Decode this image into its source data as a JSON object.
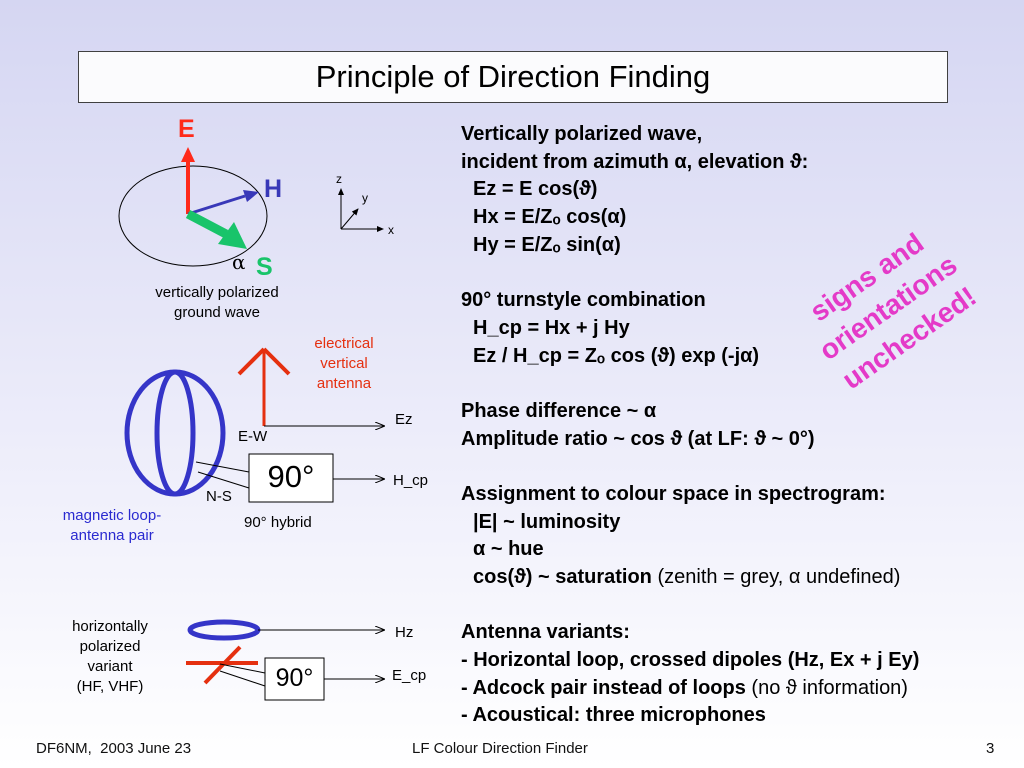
{
  "title": "Principle of Direction Finding",
  "wave_diagram": {
    "e_label": "E",
    "h_label": "H",
    "s_label": "S",
    "alpha_label": "α",
    "caption_line1": "vertically polarized",
    "caption_line2": "ground wave",
    "axis_z": "z",
    "axis_y": "y",
    "axis_x": "x",
    "colors": {
      "e": "#ff2a1a",
      "h": "#3838b8",
      "s": "#19c46a"
    }
  },
  "antenna_diagram": {
    "electrical_line1": "electrical",
    "electrical_line2": "vertical",
    "electrical_line3": "antenna",
    "ez_label": "Ez",
    "ew_label": "E-W",
    "ns_label": "N-S",
    "hybrid_value": "90°",
    "hybrid_caption": "90° hybrid",
    "hcp_label": "H_cp",
    "loop_line1": "magnetic loop-",
    "loop_line2": "antenna pair",
    "colors": {
      "electrical": "#e53010",
      "loop": "#3535c8",
      "loop_label": "#2a2ad0"
    }
  },
  "variant_diagram": {
    "line1": "horizontally",
    "line2": "polarized",
    "line3": "variant",
    "line4": "(HF, VHF)",
    "hz_label": "Hz",
    "ecp_label": "E_cp",
    "hybrid_value": "90°"
  },
  "text": {
    "l1": "Vertically polarized wave,",
    "l2": "incident from azimuth α, elevation ϑ:",
    "l3": "Ez = E cos(ϑ)",
    "l4": "Hx = E/Zₒ cos(α)",
    "l5": "Hy = E/Zₒ sin(α)",
    "l6": "90° turnstyle combination",
    "l7": "H_cp = Hx + j Hy",
    "l8": "Ez / H_cp = Zₒ cos (ϑ) exp (-jα)",
    "l9": "Phase difference ~ α",
    "l10": "Amplitude ratio ~ cos ϑ (at LF: ϑ ~ 0°)",
    "l11": "Assignment to colour space in spectrogram:",
    "l12": "|E| ~ luminosity",
    "l13": "α ~ hue",
    "l14a": "cos(ϑ) ~ saturation",
    "l14b": " (zenith = grey, α undefined)",
    "l15": "Antenna variants:",
    "l16": "- Horizontal loop, crossed dipoles (Hz, Ex + j Ey)",
    "l17a": "- Adcock pair instead of loops",
    "l17b": " (no ϑ information)",
    "l18": "- Acoustical: three microphones"
  },
  "stamp": {
    "line1": "signs and",
    "line2": "orientations",
    "line3": "unchecked!",
    "color": "#e43ac8"
  },
  "footer": {
    "left": "DF6NM,  2003 June 23",
    "center": "LF Colour Direction Finder",
    "page": "3"
  }
}
